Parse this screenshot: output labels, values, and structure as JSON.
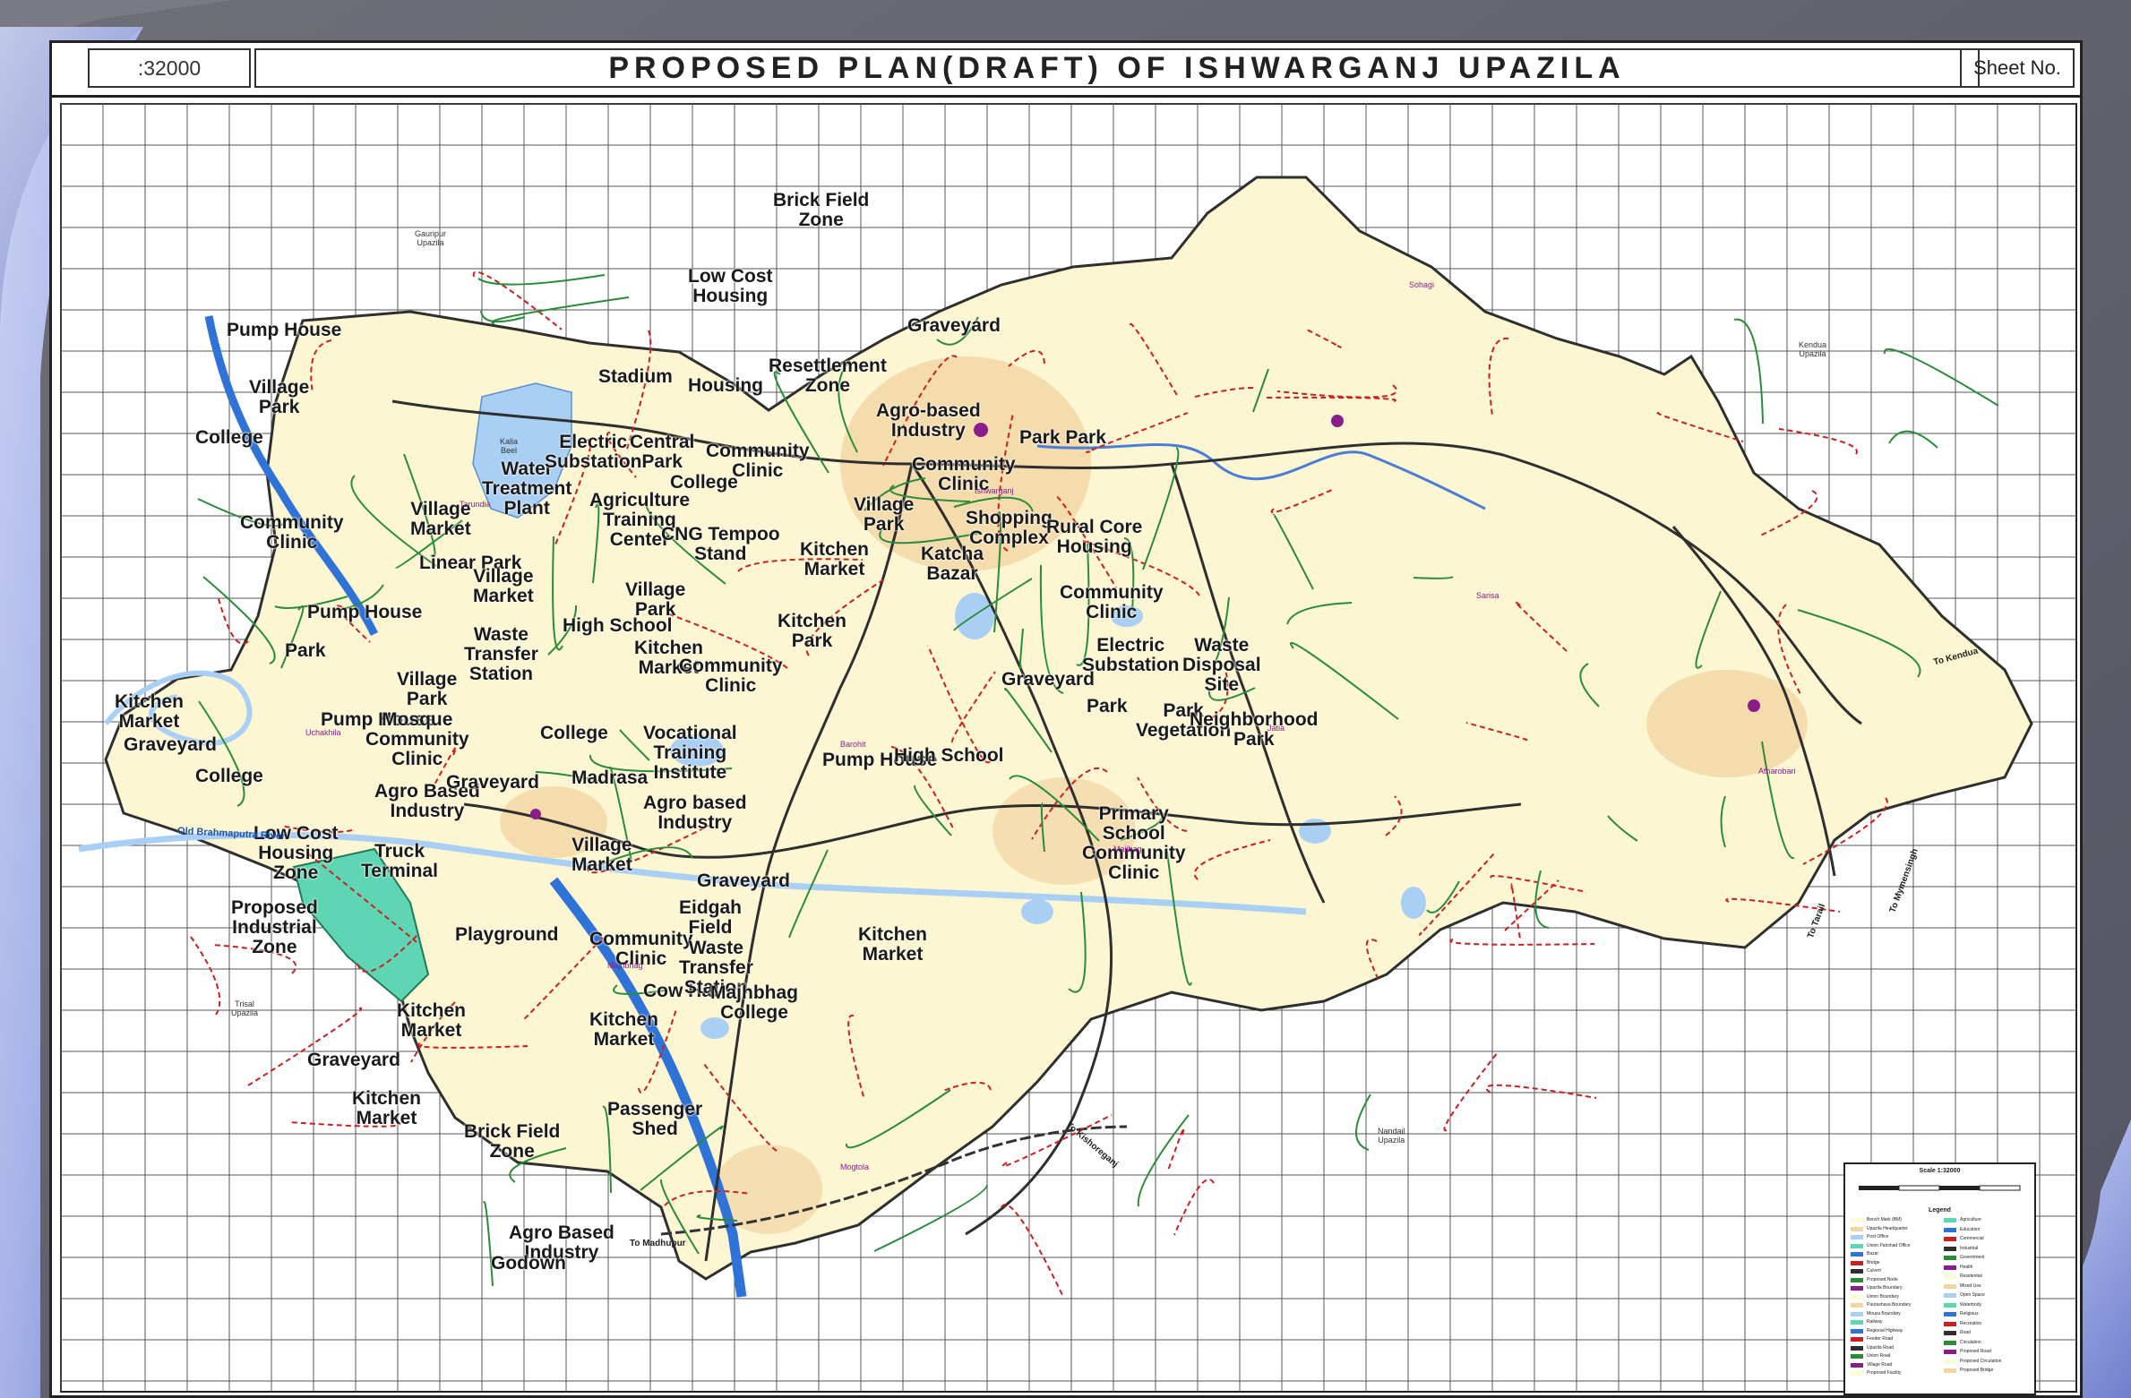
{
  "title_block": {
    "scale": ":32000",
    "title": "PROPOSED PLAN(DRAFT) OF ISHWARGANJ UPAZILA",
    "sheet_no": "Sheet No."
  },
  "map_labels": [
    "Pump House",
    "Village Park",
    "College",
    "Community Clinic",
    "Pump House",
    "Park",
    "Kitchen Market",
    "Graveyard",
    "College",
    "Pump House",
    "Agro Based Industry",
    "Low Cost Housing Zone",
    "Truck Terminal",
    "Proposed Industrial Zone",
    "Kitchen Market",
    "Graveyard",
    "Kitchen Market",
    "Brick Field Zone",
    "Agro Based Industry",
    "Godown",
    "Village Market",
    "Linear Park",
    "Village Market",
    "Waste Transfer Station",
    "Village Park",
    "Mosque Community Clinic",
    "Water Treatment Plant",
    "Electric Substation",
    "Central Park",
    "College",
    "Agriculture Training Center",
    "Stadium",
    "Housing",
    "Low Cost Housing",
    "Resettlement Zone",
    "CNG Tempoo Stand",
    "Community Clinic",
    "Village Park",
    "High School",
    "Kitchen Market",
    "Community Clinic",
    "College",
    "Madrasa",
    "Graveyard",
    "Vocational Training Institute",
    "Agro based Industry",
    "Village Market",
    "Playground",
    "Community Clinic",
    "Kitchen Market",
    "Cow Hat",
    "Passenger Shed",
    "Graveyard",
    "Eidgah Field",
    "Waste Transfer Station",
    "Majhbhag College",
    "Brick Field Zone",
    "Graveyard",
    "Agro-based Industry",
    "Village Park",
    "Kitchen Market",
    "Katcha Bazar",
    "Shopping Complex",
    "Community Clinic",
    "Park Park",
    "Rural Core Housing",
    "Kitchen Park",
    "Pump House",
    "High School",
    "Kitchen Market",
    "Community Clinic",
    "Electric Substation",
    "Waste Disposal Site",
    "Graveyard",
    "Park",
    "Park Vegetation",
    "Neighborhood Park",
    "Primary School Community Clinic"
  ],
  "place_names": {
    "gauripur": "Gauripur Upazila",
    "kendua": "Kendua Upazila",
    "trisal": "Trisal Upazila",
    "nandail": "Nandail Upazila",
    "kalia_beel": "Kalia Beel",
    "river": "Old Brahmaputra River",
    "to_madhupur": "To Madhupur",
    "to_kendua": "To Kendua",
    "to_tarail": "To Tarail",
    "to_mymensingh": "To Mymensingh",
    "to_kishoreganj": "To Kishoreganj",
    "tarundia": "Tarundia",
    "uchakhila": "Uchakhila",
    "barohit": "Barohit",
    "sohagi": "Sohagi",
    "jatia": "Jatia",
    "sarisa": "Sarisa",
    "atharobari": "Atharobari",
    "majhbhag": "Majhbhag",
    "maijbag": "Maijbag",
    "moglata": "Mogtola",
    "ishwarganj": "Ishwarganj"
  },
  "legend": {
    "scale_heading": "Scale 1:32000",
    "legend_heading": "Legend",
    "items_left": [
      "Bench Mark (BM)",
      "Upazila Headquarter",
      "Post Office",
      "Union Parishad Office",
      "Bazar",
      "Bridge",
      "Culvert",
      "Proposed Node",
      "Upazila Boundary",
      "Union Boundary",
      "Paurashava Boundary",
      "Mouza Boundary",
      "Railway",
      "Regional Highway",
      "Feeder Road",
      "Upazila Road",
      "Union Road",
      "Village Road",
      "Proposed Facility"
    ],
    "items_right": [
      "Agriculture",
      "Education",
      "Commercial",
      "Industrial",
      "Government",
      "Health",
      "Residential",
      "Mixed Use",
      "Open Space",
      "Waterbody",
      "Religious",
      "Recreation",
      "Road",
      "Circulation",
      "Proposed Road",
      "Proposed Circulation",
      "Proposed Bridge"
    ],
    "colors": {
      "agriculture": "#fdfbd5",
      "urban": "#f1d6a4",
      "water": "#a9cff5",
      "proposed": "#5fd6b3",
      "river": "#2f73d9",
      "road_red": "#cc2020",
      "road_main": "#2f2f2f",
      "road_green": "#2a8c3a",
      "purple": "#8a1d8a"
    }
  }
}
